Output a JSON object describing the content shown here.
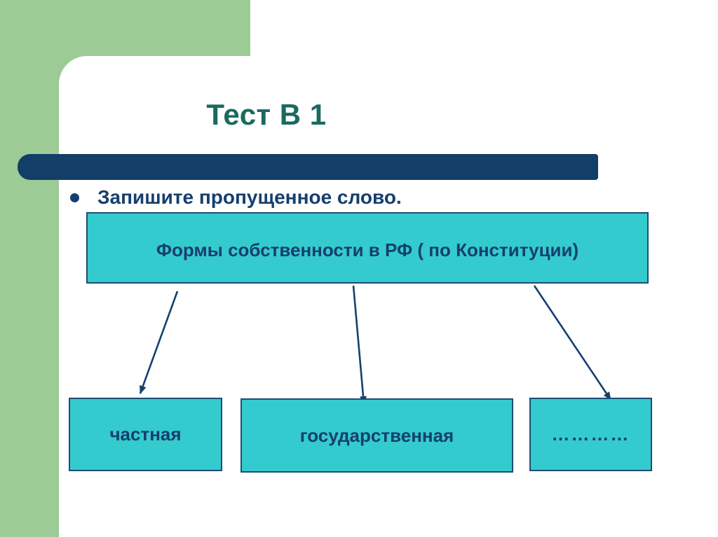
{
  "slide": {
    "title": "Тест В 1",
    "bullet_text": "Запишите пропущенное слово.",
    "main_box_label": "Формы собственности в РФ ( по Конституции)",
    "child_boxes": {
      "0": {
        "label": "частная"
      },
      "1": {
        "label": "государственная"
      },
      "2": {
        "label": "…………"
      }
    }
  },
  "colors": {
    "green": "#9ccb96",
    "bar_navy": "#123e68",
    "title_teal": "#1a6a60",
    "text_navy": "#153f6e",
    "box_fill": "#34cbce",
    "box_border": "#1d4d72",
    "arrow": "#16406e"
  }
}
